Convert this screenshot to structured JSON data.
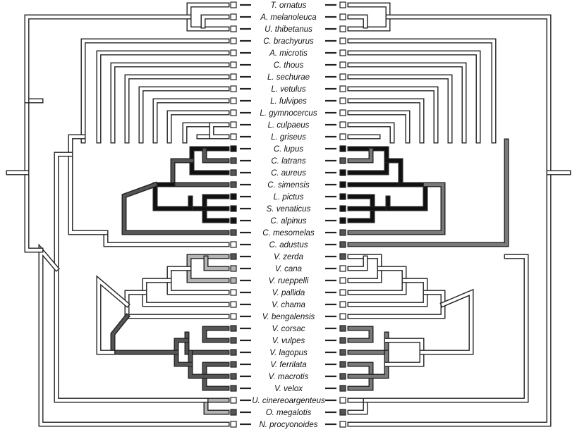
{
  "taxa": [
    {
      "name": "T. ornatus",
      "left_state": "white",
      "right_state": "white"
    },
    {
      "name": "A. melanoleuca",
      "left_state": "white",
      "right_state": "white"
    },
    {
      "name": "U. thibetanus",
      "left_state": "white",
      "right_state": "white"
    },
    {
      "name": "C. brachyurus",
      "left_state": "white",
      "right_state": "white"
    },
    {
      "name": "A. microtis",
      "left_state": "white",
      "right_state": "white"
    },
    {
      "name": "C. thous",
      "left_state": "white",
      "right_state": "white"
    },
    {
      "name": "L. sechurae",
      "left_state": "white",
      "right_state": "white"
    },
    {
      "name": "L. vetulus",
      "left_state": "white",
      "right_state": "white"
    },
    {
      "name": "L. fulvipes",
      "left_state": "white",
      "right_state": "white"
    },
    {
      "name": "L. gymnocercus",
      "left_state": "white",
      "right_state": "white"
    },
    {
      "name": "L. culpaeus",
      "left_state": "white",
      "right_state": "white"
    },
    {
      "name": "L. griseus",
      "left_state": "white",
      "right_state": "white"
    },
    {
      "name": "C. lupus",
      "left_state": "black",
      "right_state": "black"
    },
    {
      "name": "C. latrans",
      "left_state": "dark",
      "right_state": "dark"
    },
    {
      "name": "C. aureus",
      "left_state": "dark",
      "right_state": "black"
    },
    {
      "name": "C. simensis",
      "left_state": "dark",
      "right_state": "black"
    },
    {
      "name": "L. pictus",
      "left_state": "black",
      "right_state": "black"
    },
    {
      "name": "S. venaticus",
      "left_state": "black",
      "right_state": "black"
    },
    {
      "name": "C. alpinus",
      "left_state": "black",
      "right_state": "black"
    },
    {
      "name": "C. mesomelas",
      "left_state": "dark",
      "right_state": "dark"
    },
    {
      "name": "C. adustus",
      "left_state": "white",
      "right_state": "dark"
    },
    {
      "name": "V. zerda",
      "left_state": "dark",
      "right_state": "dark"
    },
    {
      "name": "V. cana",
      "left_state": "light",
      "right_state": "white"
    },
    {
      "name": "V. rueppelli",
      "left_state": "light",
      "right_state": "white"
    },
    {
      "name": "V. pallida",
      "left_state": "white",
      "right_state": "white"
    },
    {
      "name": "V. chama",
      "left_state": "white",
      "right_state": "white"
    },
    {
      "name": "V. bengalensis",
      "left_state": "white",
      "right_state": "white"
    },
    {
      "name": "V. corsac",
      "left_state": "dark",
      "right_state": "dark"
    },
    {
      "name": "V. vulpes",
      "left_state": "dark",
      "right_state": "dark"
    },
    {
      "name": "V. lagopus",
      "left_state": "dark",
      "right_state": "dark"
    },
    {
      "name": "V. ferrilata",
      "left_state": "dark",
      "right_state": "dark"
    },
    {
      "name": "V. macrotis",
      "left_state": "dark",
      "right_state": "dark"
    },
    {
      "name": "V. velox",
      "left_state": "dark",
      "right_state": "dark"
    },
    {
      "name": "U. cinereoargenteus",
      "left_state": "white",
      "right_state": "white"
    },
    {
      "name": "O. megalotis",
      "left_state": "dark",
      "right_state": "dark"
    },
    {
      "name": "N. procyonoides",
      "left_state": "white",
      "right_state": "white"
    }
  ],
  "colors": {
    "line": "#222222",
    "black": "#111111",
    "dark": "#555555",
    "mid": "#7a7a7a",
    "light": "#b5b5b5",
    "white": "#ffffff"
  }
}
